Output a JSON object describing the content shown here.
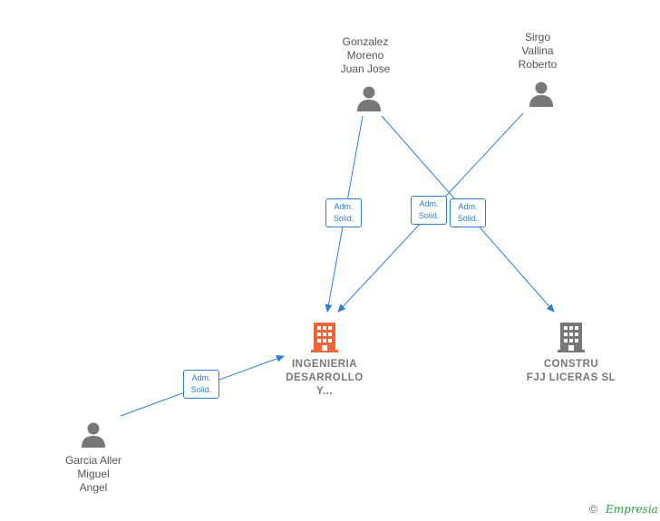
{
  "people": [
    {
      "id": "p1",
      "name": "Gonzalez\nMoreno\nJuan Jose"
    },
    {
      "id": "p2",
      "name": "Sirgo\nVallina\nRoberto"
    },
    {
      "id": "p3",
      "name": "Garcia Aller\nMiguel\nAngel"
    }
  ],
  "companies": [
    {
      "id": "c1",
      "name": "INGENIERIA\nDESARROLLO\nY...",
      "color": "#f0643a"
    },
    {
      "id": "c2",
      "name": "CONSTRU\nFJJ LICERAS SL",
      "color": "#777777"
    }
  ],
  "relations": [
    {
      "line1": "Adm.",
      "line2": "Solid."
    },
    {
      "line1": "Adm.",
      "line2": "Solid."
    },
    {
      "line1": "Adm.",
      "line2": "Solid."
    },
    {
      "line1": "Adm.",
      "line2": "Solid."
    }
  ],
  "colors": {
    "edge": "#2f7fd0",
    "person_icon": "#777777"
  },
  "footer": {
    "copyright_symbol": "©",
    "brand": "Empresia"
  }
}
